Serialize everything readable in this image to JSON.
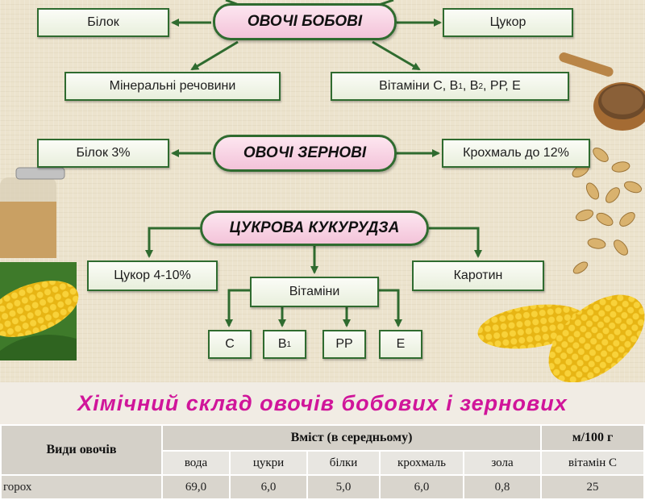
{
  "legumes": {
    "title": "ОВОЧІ БОБОВІ",
    "protein": "Білок",
    "sugar": "Цукор",
    "minerals": "Мінеральні речовини",
    "vitamins_prefix": "Вітаміни С, В",
    "vitamins_s1": "1",
    "vitamins_mid": ", В",
    "vitamins_s2": "2",
    "vitamins_suffix": ", РР, Е"
  },
  "grains": {
    "title": "ОВОЧІ ЗЕРНОВІ",
    "protein": "Білок 3%",
    "starch": "Крохмаль до 12%"
  },
  "corn": {
    "title": "ЦУКРОВА КУКУРУДЗА",
    "sugar": "Цукор 4-10%",
    "carotene": "Каротин",
    "vitamins": "Вітаміни",
    "vit_c": "С",
    "vit_b": "В",
    "vit_b_sub": "1",
    "vit_pp": "РР",
    "vit_e": "Е"
  },
  "table": {
    "title": "Хімічний склад овочів бобових і зернових",
    "col_kinds": "Види овочів",
    "col_content": "Вміст   (в середньому)",
    "col_unit": "м/100 г",
    "sub_headers": [
      "вода",
      "цукри",
      "білки",
      "крохмаль",
      "зола",
      "вітамін С"
    ],
    "rows": [
      {
        "name": "горох",
        "values": [
          "69,0",
          "6,0",
          "5,0",
          "6,0",
          "0,8",
          "25"
        ]
      }
    ]
  },
  "colors": {
    "box_border": "#2f6b2f",
    "pill_fill": "#f3c3d9",
    "title_magenta": "#d0159a"
  }
}
